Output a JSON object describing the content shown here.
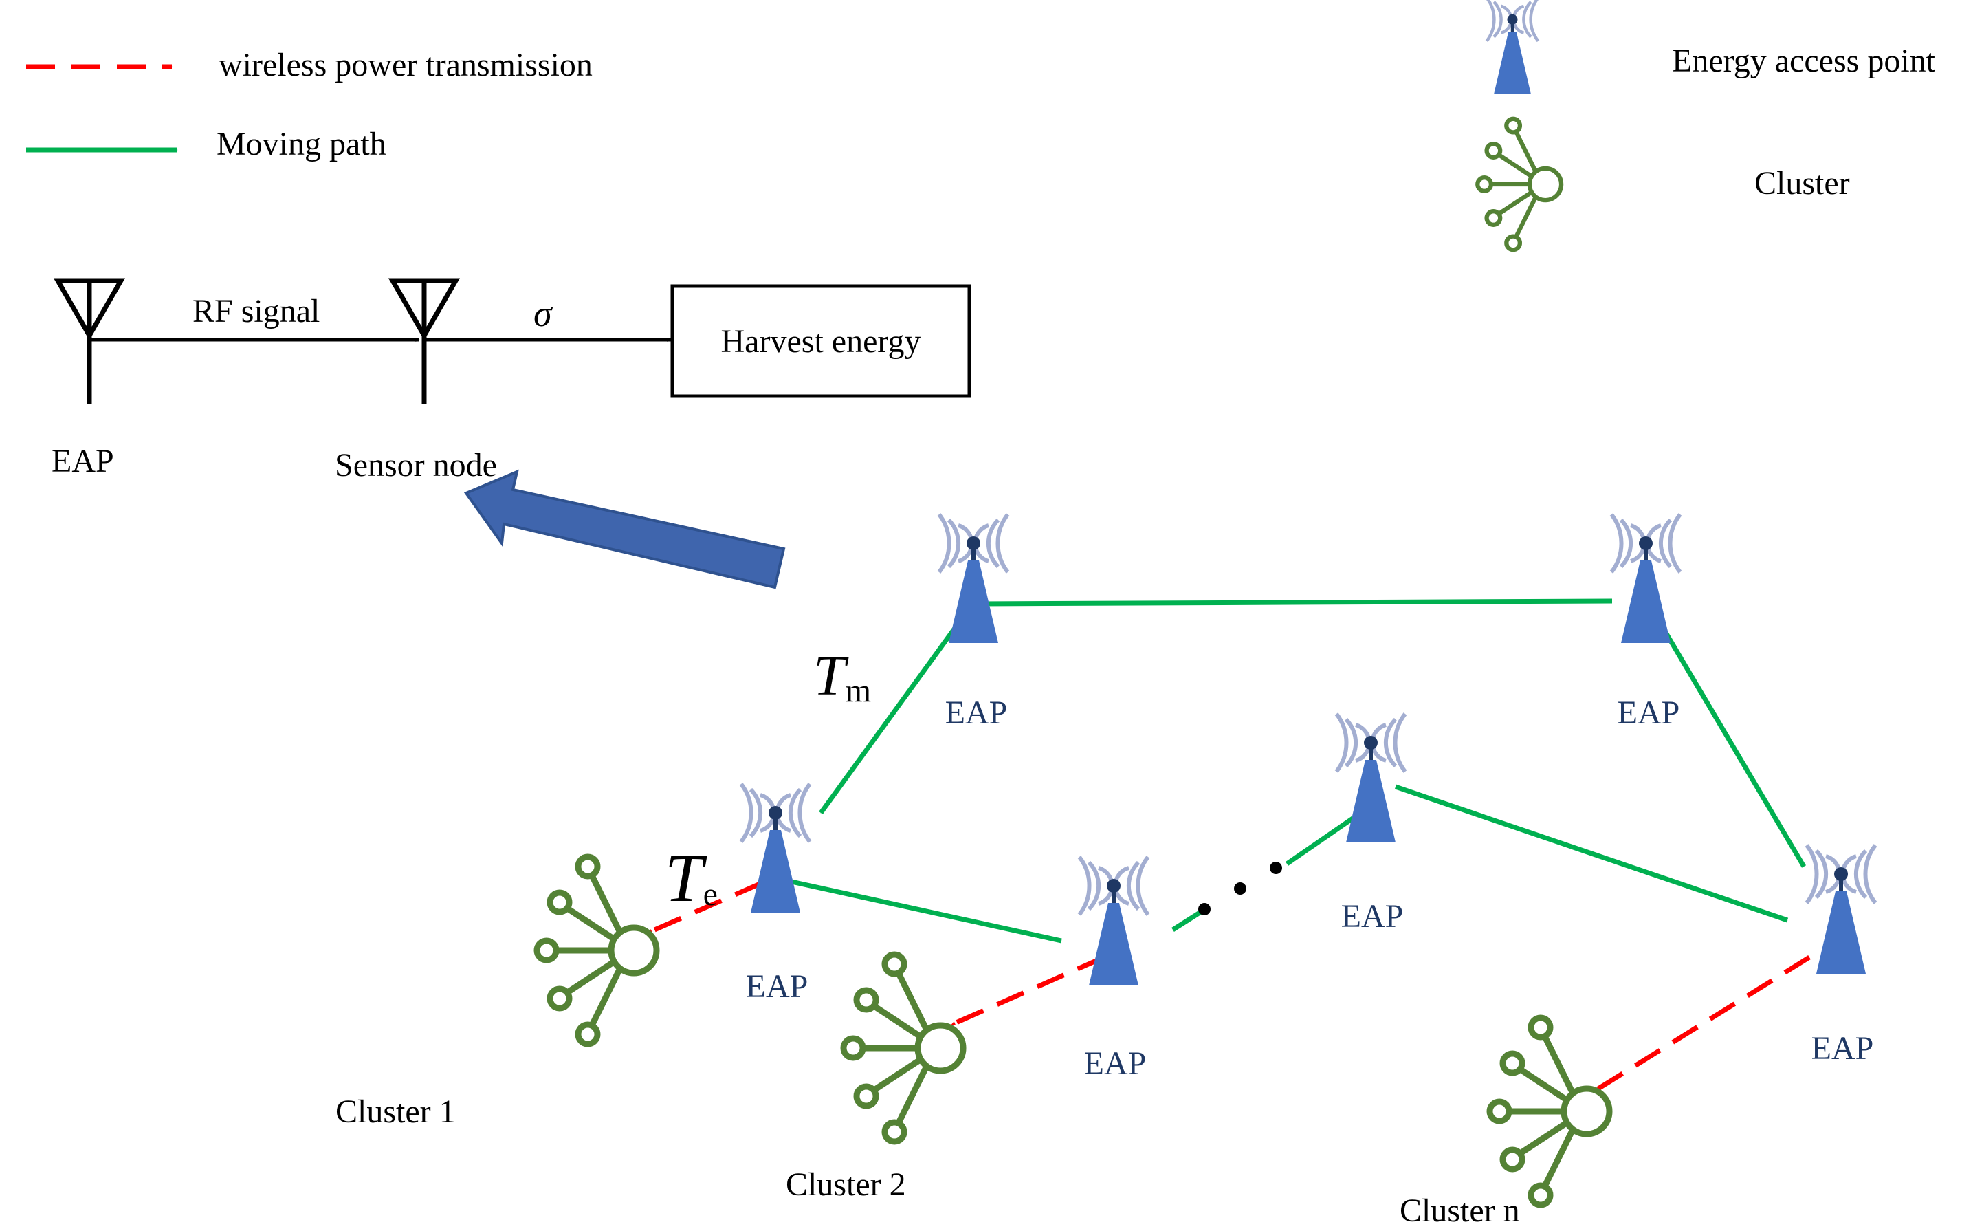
{
  "legend": {
    "wpt_label": "wireless power transmission",
    "moving_label": "Moving path",
    "eap_label": "Energy access point",
    "cluster_label": "Cluster"
  },
  "rf_block": {
    "rf_signal": "RF signal",
    "sigma": "σ",
    "harvest": "Harvest energy",
    "eap": "EAP",
    "sensor_node": "Sensor node"
  },
  "network": {
    "eap_label": "EAP",
    "tm_main": "T",
    "tm_sub": "m",
    "te_main": "T",
    "te_sub": "e",
    "cluster1": "Cluster 1",
    "cluster2": "Cluster 2",
    "clustern": "Cluster n"
  },
  "colors": {
    "red": "#ff0000",
    "green": "#00b050",
    "blue": "#4472c4",
    "big_arrow": "#3f65ad",
    "navy": "#1f3864",
    "cluster": "#548235",
    "wave": "#a3aed1",
    "black": "#000000"
  }
}
